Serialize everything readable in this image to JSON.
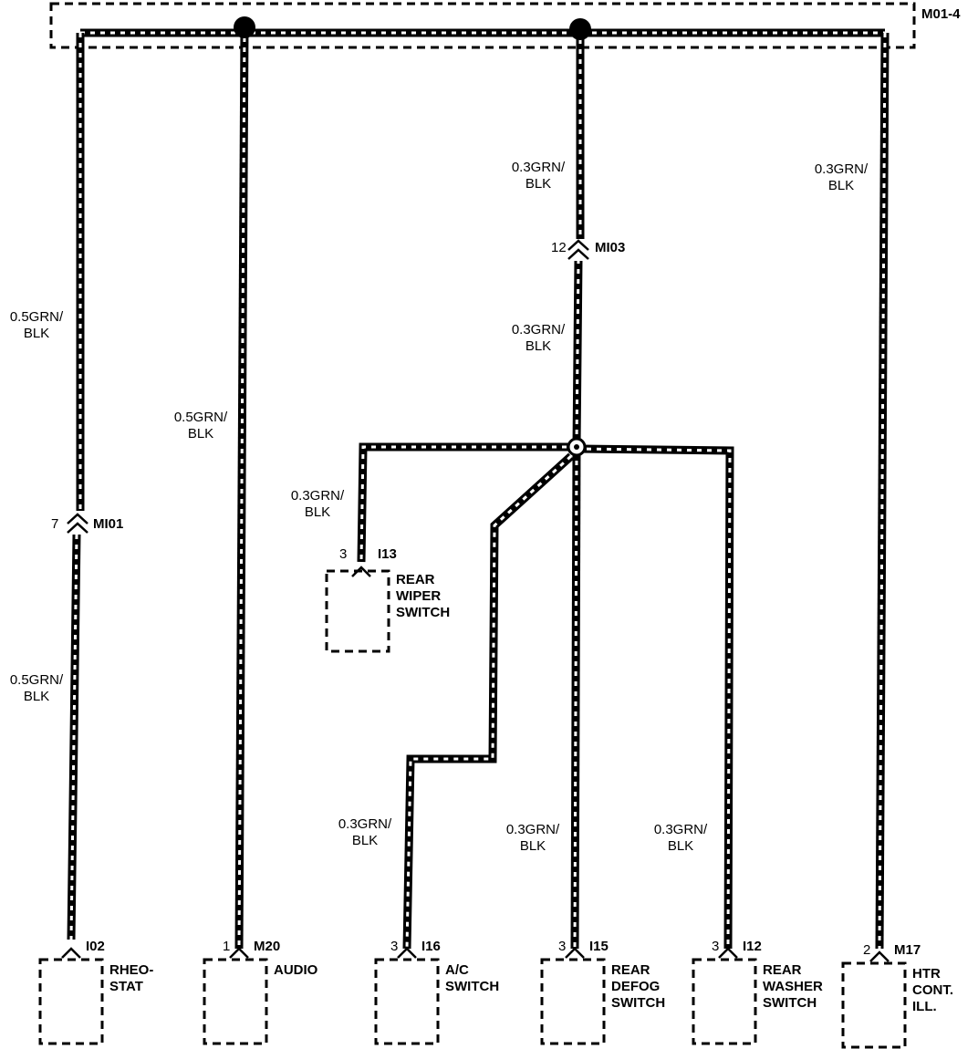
{
  "header": {
    "connector": "M01-4"
  },
  "wires": {
    "w1_upper": "0.5GRN/\nBLK",
    "w1_lower": "0.5GRN/\nBLK",
    "w2": "0.5GRN/\nBLK",
    "w3_upper": "0.3GRN/\nBLK",
    "w3_lower": "0.3GRN/\nBLK",
    "w4": "0.3GRN/\nBLK",
    "w_wiper": "0.3GRN/\nBLK",
    "w_ac": "0.3GRN/\nBLK",
    "w_defog": "0.3GRN/\nBLK",
    "w_washer": "0.3GRN/\nBLK"
  },
  "inline_connectors": {
    "mi01": {
      "pin": "7",
      "name": "MI01"
    },
    "mi03": {
      "pin": "12",
      "name": "MI03"
    }
  },
  "components": [
    {
      "id": "I02",
      "pin": "",
      "name": "RHEO-\nSTAT"
    },
    {
      "id": "M20",
      "pin": "1",
      "name": "AUDIO"
    },
    {
      "id": "I16",
      "pin": "3",
      "name": "A/C\nSWITCH"
    },
    {
      "id": "I15",
      "pin": "3",
      "name": "REAR\nDEFOG\nSWITCH"
    },
    {
      "id": "I12",
      "pin": "3",
      "name": "REAR\nWASHER\nSWITCH"
    },
    {
      "id": "M17",
      "pin": "2",
      "name": "HTR\nCONT.\nILL."
    }
  ],
  "wiper_switch": {
    "id": "I13",
    "pin": "3",
    "name": "REAR\nWIPER\nSWITCH"
  }
}
